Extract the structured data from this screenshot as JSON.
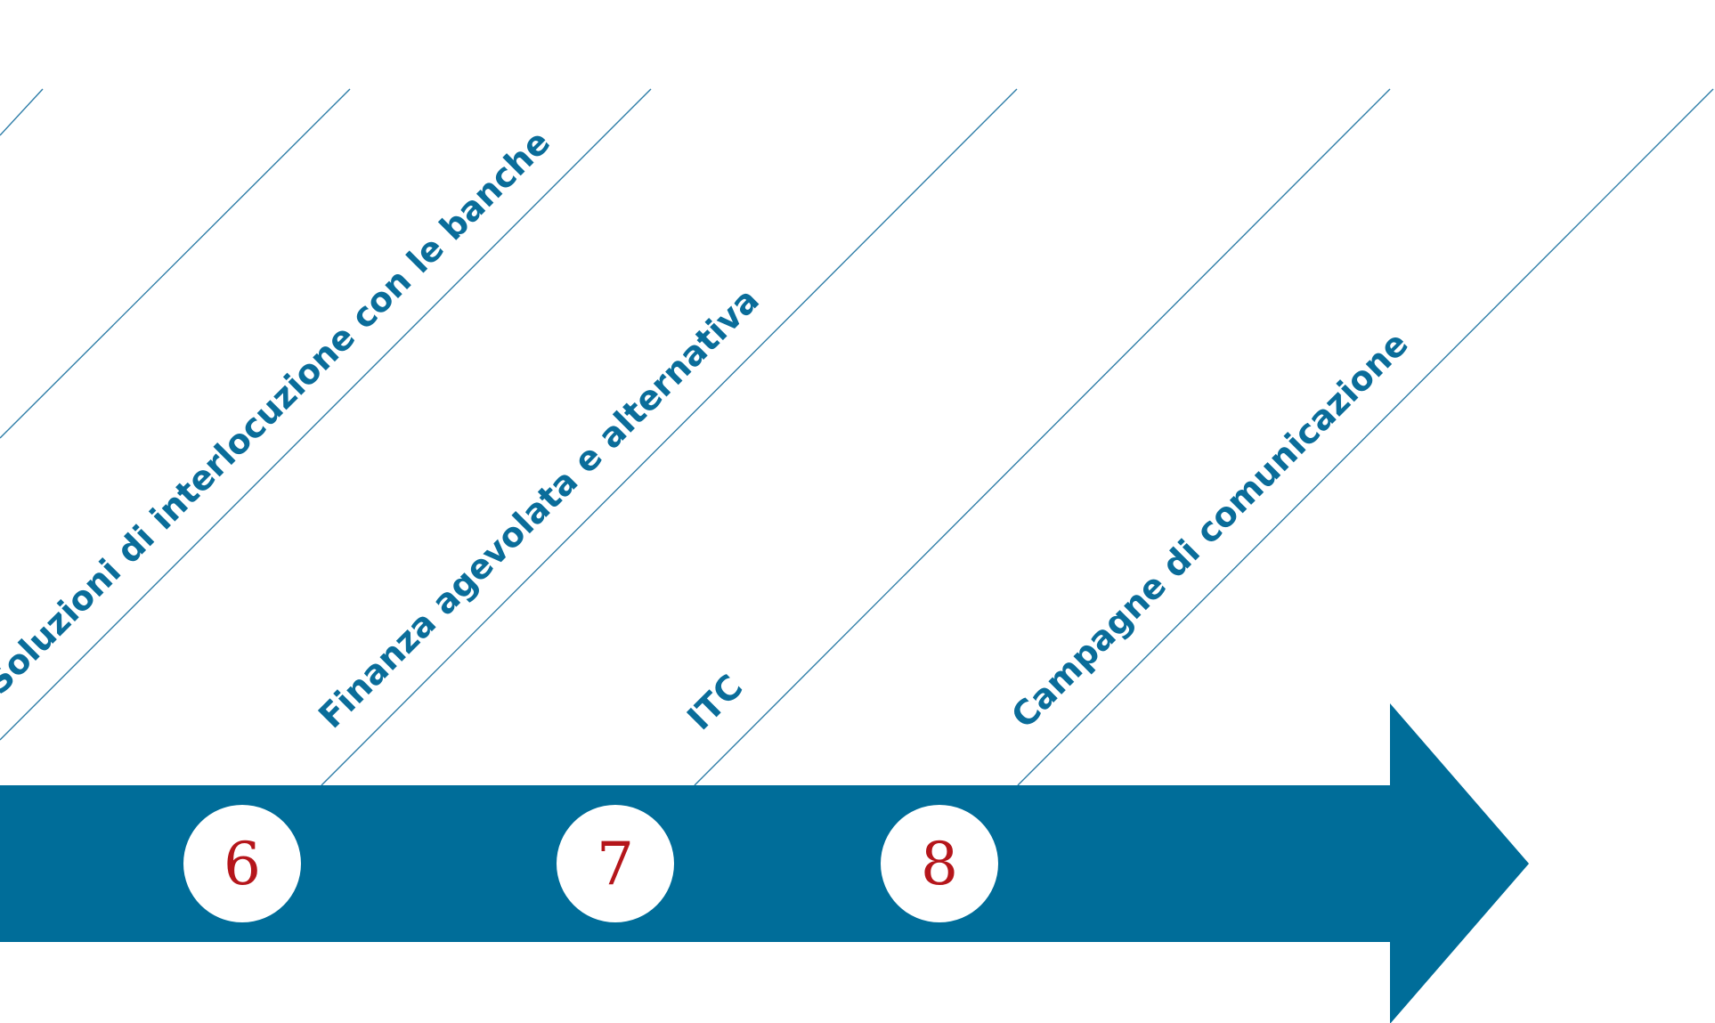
{
  "colors": {
    "arrow": "#006d99",
    "line": "#2f7ea8",
    "label": "#0a6d9a",
    "number": "#b5161b",
    "circle_fill": "#ffffff"
  },
  "steps": [
    {
      "number": "6",
      "label": "Soluzioni di interlocuzione con le banche"
    },
    {
      "number": "7",
      "label": "Finanza agevolata e alternativa"
    },
    {
      "number": "8",
      "label": "ITC"
    },
    {
      "number": "",
      "label": "Campagne di comunicazione"
    }
  ]
}
